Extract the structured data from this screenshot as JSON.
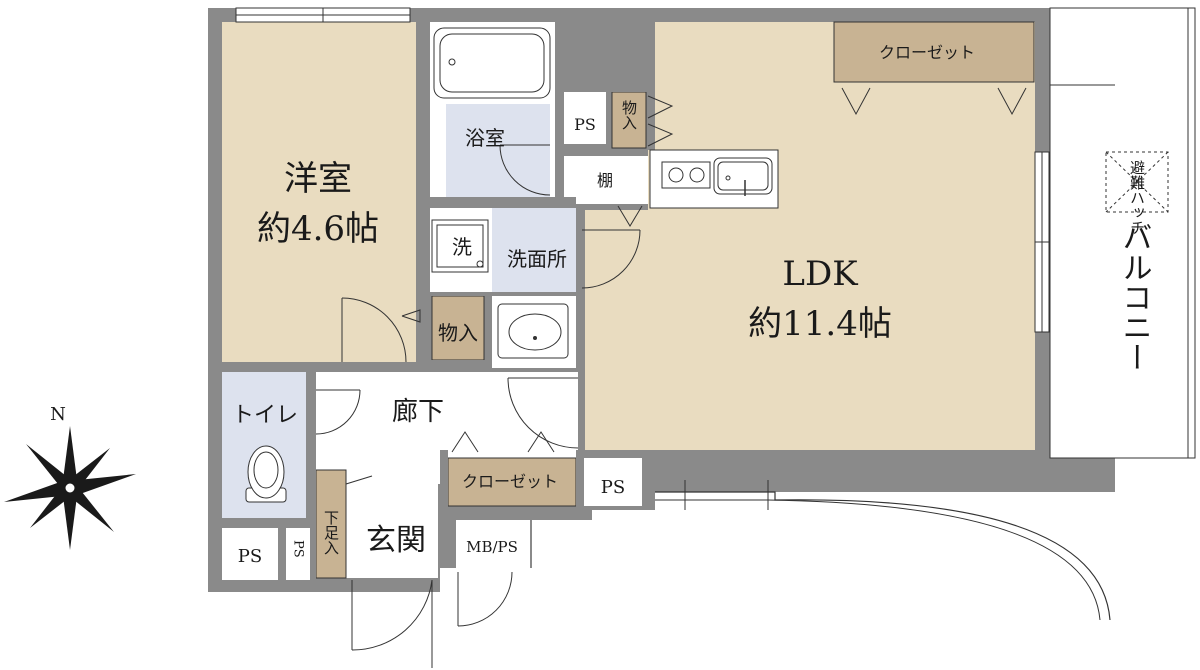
{
  "rooms": {
    "western": {
      "name": "洋室",
      "size": "約4.6帖"
    },
    "ldk": {
      "name": "LDK",
      "size": "約11.4帖"
    },
    "bath": "浴室",
    "washroom": "洗面所",
    "wash_machine": "洗",
    "toilet": "トイレ",
    "hallway": "廊下",
    "entrance": "玄関",
    "balcony": "バルコニー"
  },
  "storage": {
    "closet_ldk": "クローゼット",
    "closet_hall": "クローゼット",
    "storage_center": "物入",
    "storage_small": "物入",
    "shelf": "棚",
    "shoe_box": "下足入"
  },
  "utility": {
    "ps_kitchen": "PS",
    "ps_hall": "PS",
    "ps_corner": "PS",
    "ps_small": "PS",
    "mbps": "MB/PS",
    "hatch": "避難ハッチ"
  },
  "compass": {
    "north": "N"
  },
  "colors": {
    "wall": "#8a8a8a",
    "room_beige": "#e9dcc0",
    "wet_blue": "#dde2ee",
    "storage_brown": "#c8b393",
    "white": "#ffffff"
  }
}
